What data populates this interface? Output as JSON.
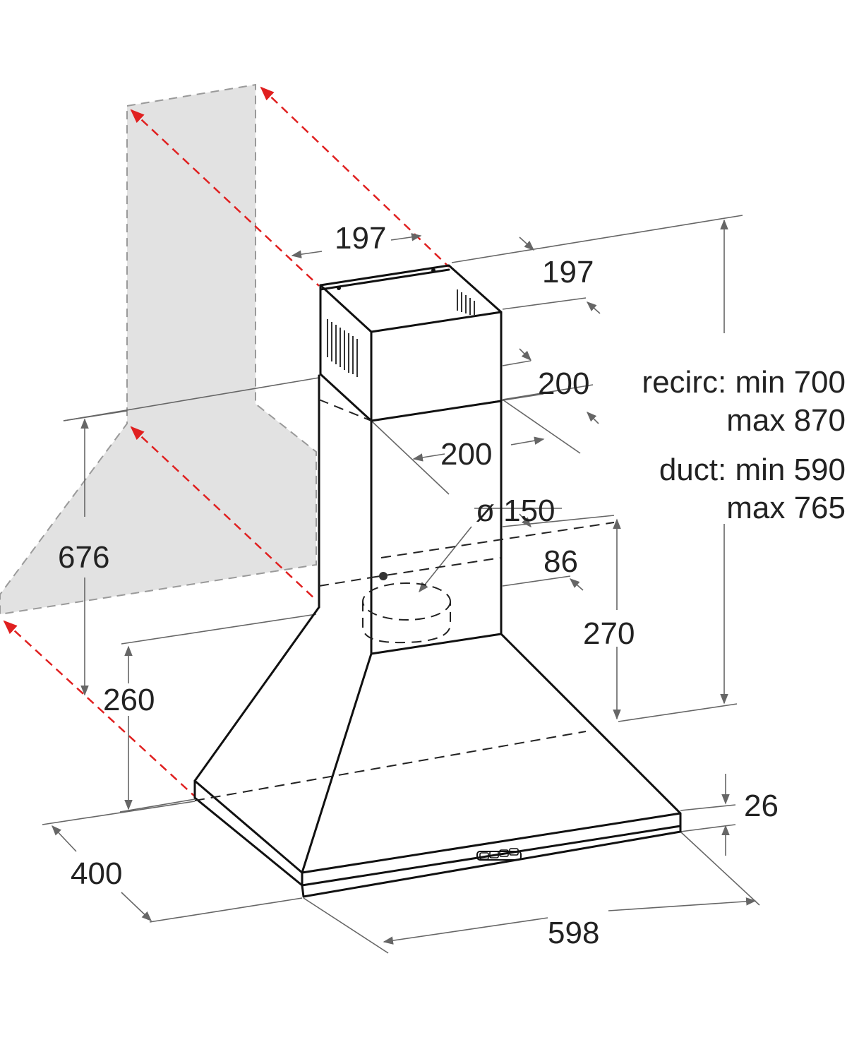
{
  "colors": {
    "outline": "#111111",
    "dimension_line": "#666666",
    "wall_fill": "#e2e2e2",
    "red_guide": "#e02020",
    "text": "#222222"
  },
  "labels": {
    "chimney_width_top": "197",
    "chimney_depth_top": "197",
    "chimney_width_lower": "200",
    "chimney_depth_lower": "200",
    "outlet_diameter": "ø 150",
    "outlet_offset": "86",
    "wall_height": "676",
    "canopy_height": "260",
    "outlet_height": "270",
    "rim_height": "26",
    "depth": "400",
    "width": "598"
  },
  "chimney_heights": {
    "recirc_label": "recirc:",
    "recirc_min_word": "min",
    "recirc_min": "700",
    "recirc_max_word": "max",
    "recirc_max": "870",
    "duct_label": "duct:",
    "duct_min_word": "min",
    "duct_min": "590",
    "duct_max_word": "max",
    "duct_max": "765"
  }
}
